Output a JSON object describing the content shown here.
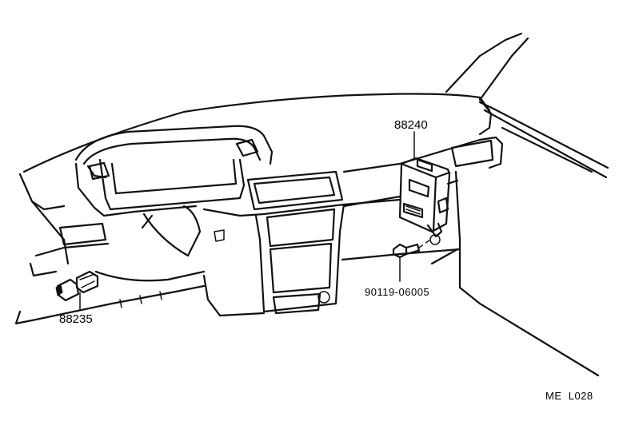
{
  "parts": {
    "relay_box": "88240",
    "sensor": "88235",
    "bolt": "90119-06005"
  },
  "figure_code": "ME  L028"
}
